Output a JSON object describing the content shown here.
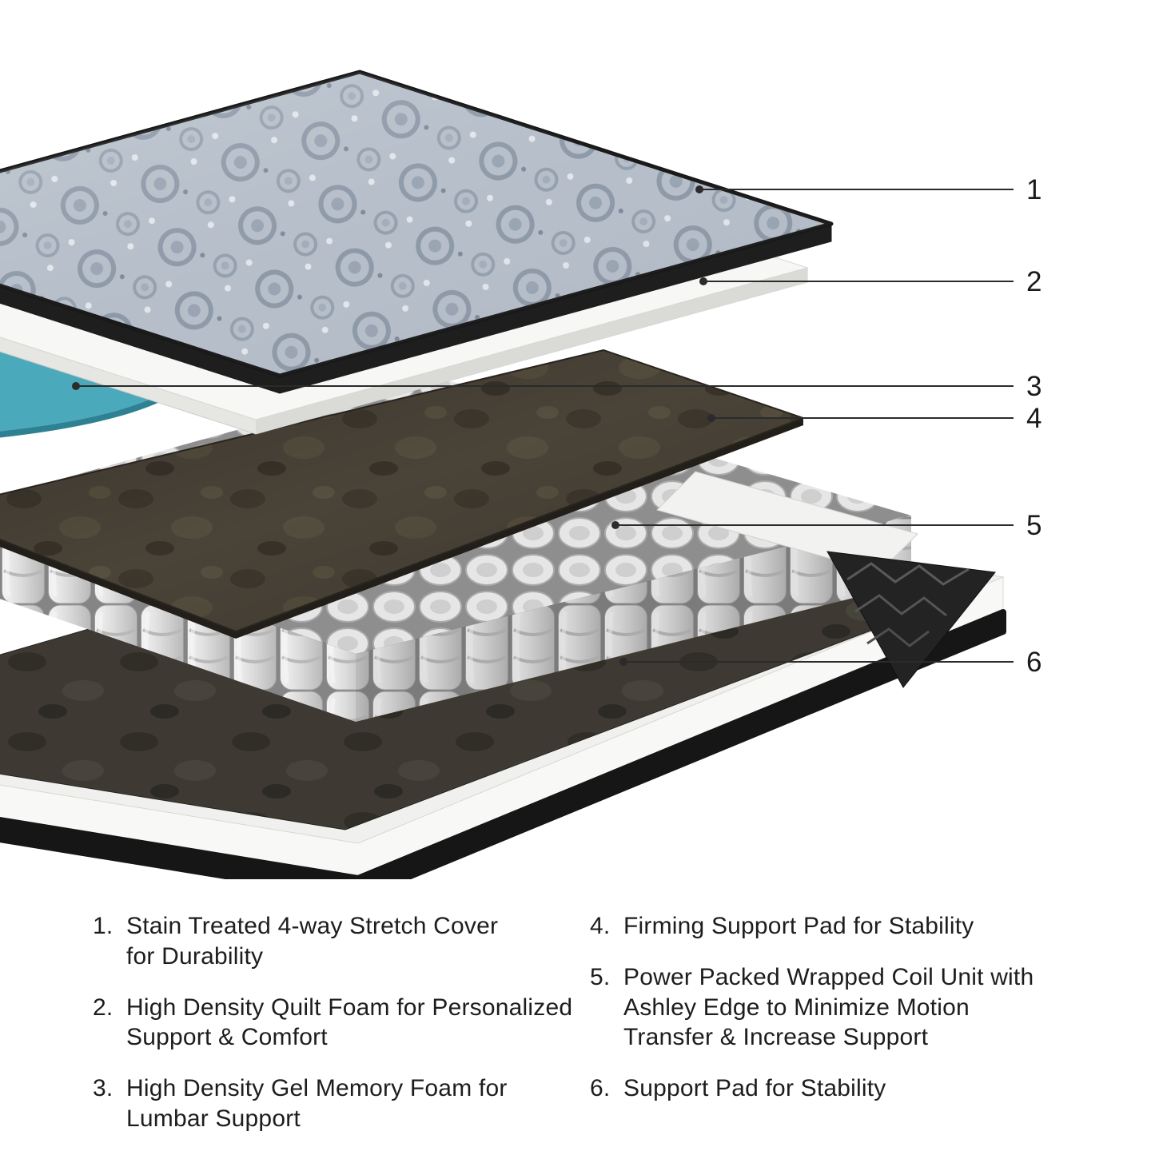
{
  "callouts": [
    {
      "label": "1"
    },
    {
      "label": "2"
    },
    {
      "label": "3"
    },
    {
      "label": "4"
    },
    {
      "label": "5"
    },
    {
      "label": "6"
    }
  ],
  "legend": {
    "left": [
      {
        "num": "1.",
        "text": "Stain Treated 4-way Stretch Cover\nfor Durability"
      },
      {
        "num": "2.",
        "text": "High Density Quilt Foam for Personalized\nSupport & Comfort"
      },
      {
        "num": "3.",
        "text": "High Density Gel Memory Foam for\nLumbar Support"
      }
    ],
    "right": [
      {
        "num": "4.",
        "text": "Firming Support Pad for Stability"
      },
      {
        "num": "5.",
        "text": "Power Packed Wrapped Coil Unit with\nAshley Edge to Minimize Motion\nTransfer & Increase Support"
      },
      {
        "num": "6.",
        "text": "Support Pad for Stability"
      }
    ]
  },
  "colors": {
    "cover_fabric": "#b5bec9",
    "quilt_foam": "#f7f7f5",
    "gel_memory_foam": "#4aa9ba",
    "firming_pad": "#4a4338",
    "support_pad": "#3e3a33",
    "coil": "#dcdcdc",
    "base_black": "#161616",
    "callout_line": "#2b2b2b",
    "text": "#1d1d1d"
  }
}
